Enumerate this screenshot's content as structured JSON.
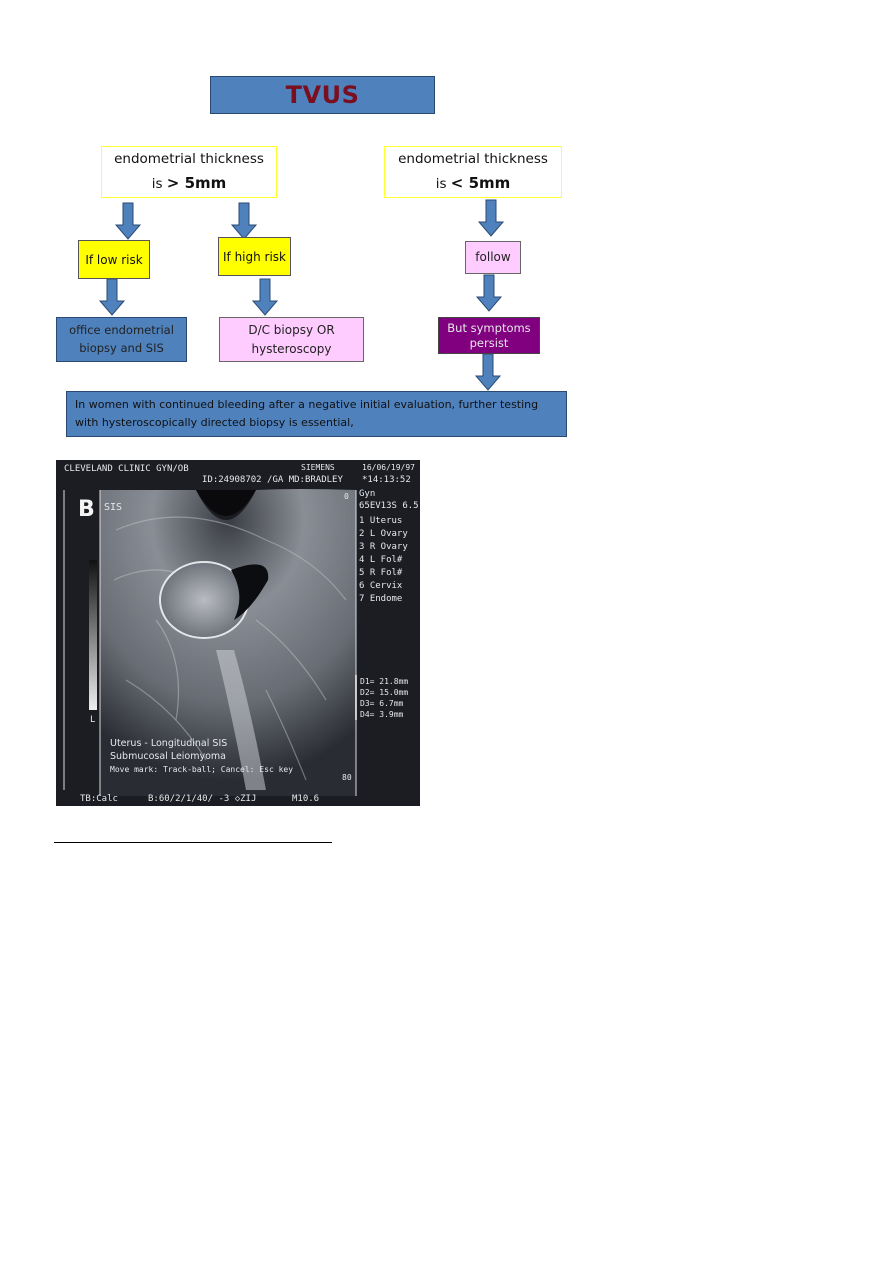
{
  "flowchart": {
    "title": "TVUS",
    "gt5": {
      "line1": "endometrial thickness",
      "line2_prefix": "is ",
      "line2_value": "> 5mm"
    },
    "lt5": {
      "line1": "endometrial thickness",
      "line2_prefix": "is ",
      "line2_value": "< 5mm"
    },
    "low_risk": "If low risk",
    "high_risk": "If high risk",
    "follow": "follow",
    "office_biopsy": {
      "line1": "office endometrial",
      "line2": "biopsy and SIS"
    },
    "dc_biopsy": {
      "line1": "D/C biopsy OR",
      "line2": "hysteroscopy"
    },
    "symptoms": {
      "line1": "But symptoms",
      "line2": "persist"
    },
    "note": {
      "line1": "In women with continued bleeding after a negative initial evaluation, further testing",
      "line2": "with hysteroscopically directed biopsy is essential,"
    },
    "colors": {
      "blue": "#4f81bd",
      "yellow": "#ffff00",
      "pink": "#ffccff",
      "purple": "#800080",
      "title_text": "#7a0f1f"
    }
  },
  "ultrasound": {
    "header_left": "CLEVELAND CLINIC GYN/OB",
    "header_id": "ID:24908702 /GA MD:BRADLEY",
    "header_brand": "SIEMENS",
    "header_date": "16/06/19/97",
    "header_time": "*14:13:52",
    "panel_letter": "B",
    "mode_label": "SIS",
    "depth_top": "0",
    "depth_bottom": "80",
    "gain_label": "L",
    "side_menu": [
      "Gyn",
      "65EV13S 6.5",
      "1 Uterus",
      "2 L Ovary",
      "3 R Ovary",
      "4 L Fol#",
      "5 R Fol#",
      "6 Cervix",
      "7 Endome"
    ],
    "measurements": [
      "D1= 21.8mm",
      "D2= 15.0mm",
      "D3= 6.7mm",
      "D4= 3.9mm"
    ],
    "caption_lines": [
      "Uterus - Longitudinal SIS",
      "Submucosal Leiomyoma",
      "Move mark: Track-ball; Cancel: Esc key"
    ],
    "footer_left": "TB:Calc",
    "footer_mid": "B:60/2/1/40/ -3 ◇ZIJ",
    "footer_right": "M10.6"
  }
}
